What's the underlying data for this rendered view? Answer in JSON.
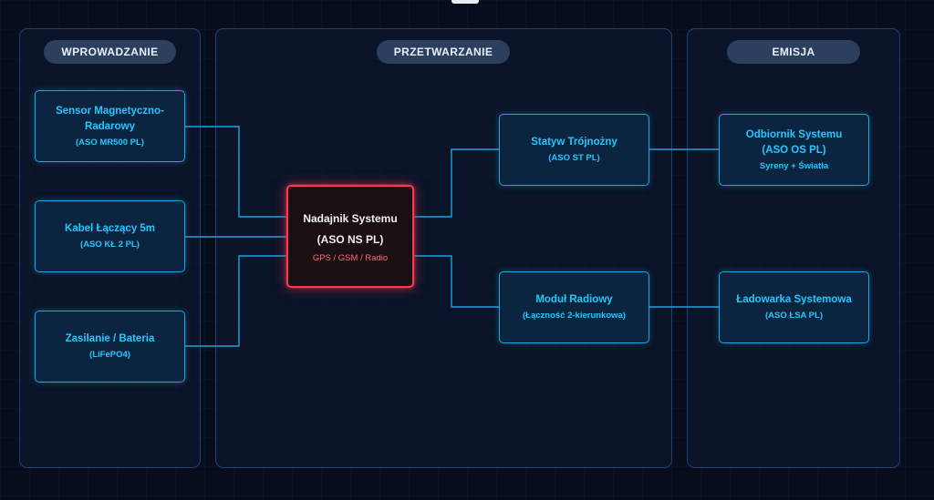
{
  "columns": [
    {
      "label": "WPROWADZANIE"
    },
    {
      "label": "PRZETWARZANIE"
    },
    {
      "label": "EMISJA"
    }
  ],
  "nodes": {
    "sensor": {
      "line1": "Sensor Magnetyczno-",
      "line2": "Radarowy",
      "code": "(ASO MR500 PL)"
    },
    "cable": {
      "name": "Kabel Łączący 5m",
      "code": "(ASO KŁ 2 PL)"
    },
    "power": {
      "name": "Zasilanie / Bateria",
      "code": "(LiFePO4)"
    },
    "transmitter": {
      "name": "Nadajnik Systemu",
      "code": "(ASO NS PL)",
      "extra": "GPS / GSM / Radio"
    },
    "tripod": {
      "name": "Statyw Trójnożny",
      "code": "(ASO ST PL)"
    },
    "radio": {
      "name": "Moduł Radiowy",
      "code": "(Łączność 2-kierunkowa)"
    },
    "receiver": {
      "name": "Odbiornik Systemu",
      "code": "(ASO OS PL)",
      "extra": "Syreny + Światła"
    },
    "charger": {
      "name": "Ładowarka Systemowa",
      "code": "(ASO ŁSA PL)"
    }
  },
  "colors": {
    "accent": "#22c8ff",
    "core_border": "#ff3552",
    "wire": "#1ba3dc",
    "column_border": "#21406e"
  }
}
